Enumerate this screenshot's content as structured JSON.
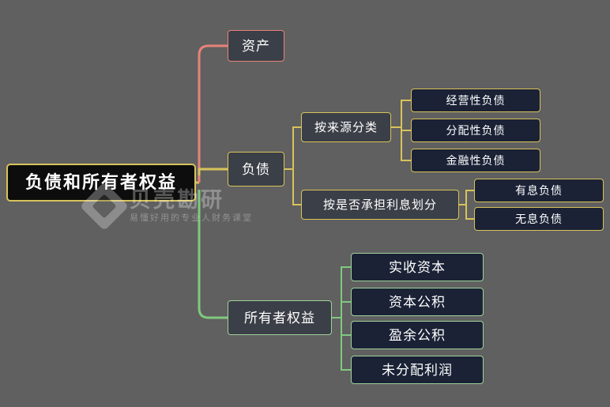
{
  "diagram": {
    "type": "mindmap",
    "background_color": "#606060",
    "root": {
      "label": "负债和所有者权益",
      "border_color": "#d8c35a",
      "fill_color": "#0d0d0d"
    },
    "branches": [
      {
        "label": "资产",
        "accent_color": "#e8837a",
        "children": []
      },
      {
        "label": "负债",
        "accent_color": "#d8c35a",
        "groups": [
          {
            "label": "按来源分类",
            "children": [
              {
                "label": "经营性负债"
              },
              {
                "label": "分配性负债"
              },
              {
                "label": "金融性负债"
              }
            ]
          },
          {
            "label": "按是否承担利息划分",
            "children": [
              {
                "label": "有息负债"
              },
              {
                "label": "无息负债"
              }
            ]
          }
        ]
      },
      {
        "label": "所有者权益",
        "accent_color": "#9fd39a",
        "children": [
          {
            "label": "实收资本"
          },
          {
            "label": "资本公积"
          },
          {
            "label": "盈余公积"
          },
          {
            "label": "未分配利润"
          }
        ]
      }
    ]
  },
  "watermark": {
    "logo_icon": "diamond-logo-icon",
    "main_text": "贝壳勘研",
    "sub_text": "易懂好用的专业人财务课堂"
  }
}
